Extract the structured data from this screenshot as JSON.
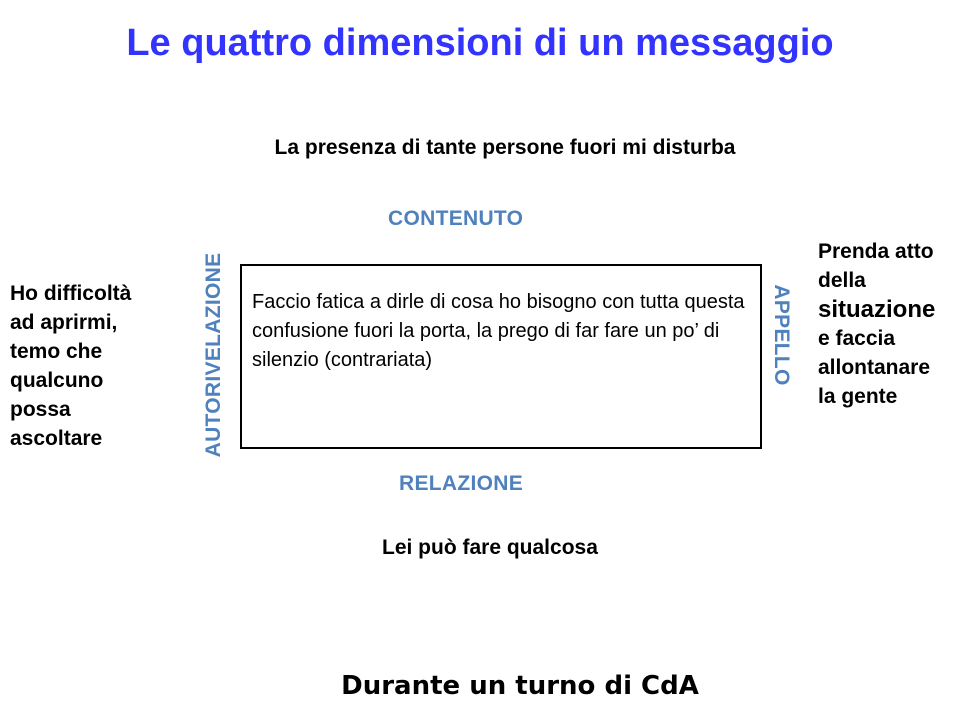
{
  "title": "Le quattro dimensioni di un messaggio",
  "top_message": "La presenza di tante persone fuori mi disturba",
  "labels": {
    "contenuto": "CONTENUTO",
    "relazione": "RELAZIONE",
    "autorivelazione": "AUTORIVELAZIONE",
    "appello": "APPELLO"
  },
  "center_box": {
    "text": "Faccio fatica a  dirle di cosa ho bisogno con tutta questa confusione fuori la porta, la prego di far fare un po’ di silenzio (contrariata)"
  },
  "left_text": {
    "lines": [
      "Ho difficoltà",
      "ad aprirmi,",
      "temo che",
      "qualcuno",
      "possa",
      "ascoltare"
    ]
  },
  "right_text": {
    "line1": "Prenda atto",
    "line2": "della",
    "line3": "situazione",
    "line4": "e faccia",
    "line5": "allontanare",
    "line6": "la gente"
  },
  "bottom_message": "Lei può fare qualcosa",
  "caption": "Durante un turno di CdA",
  "colors": {
    "title": "#3333ff",
    "dimension_labels": "#4f81bd",
    "text": "#000000",
    "box_border": "#000000"
  }
}
